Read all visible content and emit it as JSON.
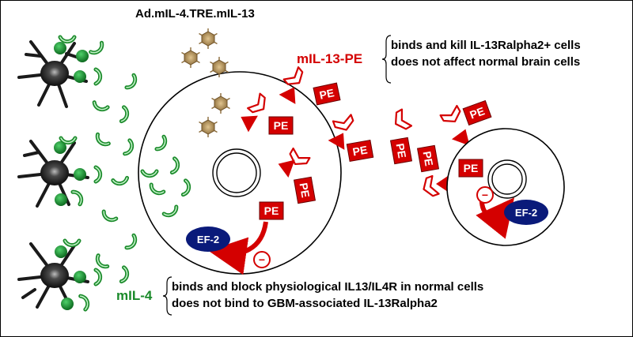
{
  "vector_label": "Ad.mIL-4.TRE.mIL-13",
  "toxin_label": "mIL-13-PE",
  "toxin_effects": [
    "binds and kill IL-13Ralpha2+ cells",
    "does not affect normal brain cells"
  ],
  "mil4_label": "mIL-4",
  "mil4_effects": [
    "binds and block physiological IL13/IL4R in normal cells",
    "does not bind to GBM-associated IL-13Ralpha2"
  ],
  "pe_tag": "PE",
  "ef2_label": "EF-2",
  "inhibit_symbol": "−",
  "colors": {
    "toxin_red": "#d40000",
    "il4_green": "#1a8a2a",
    "ef2_navy": "#0a1a7a",
    "virus_tan": "#b8955a",
    "neuron_dark": "#1a1a1a"
  }
}
